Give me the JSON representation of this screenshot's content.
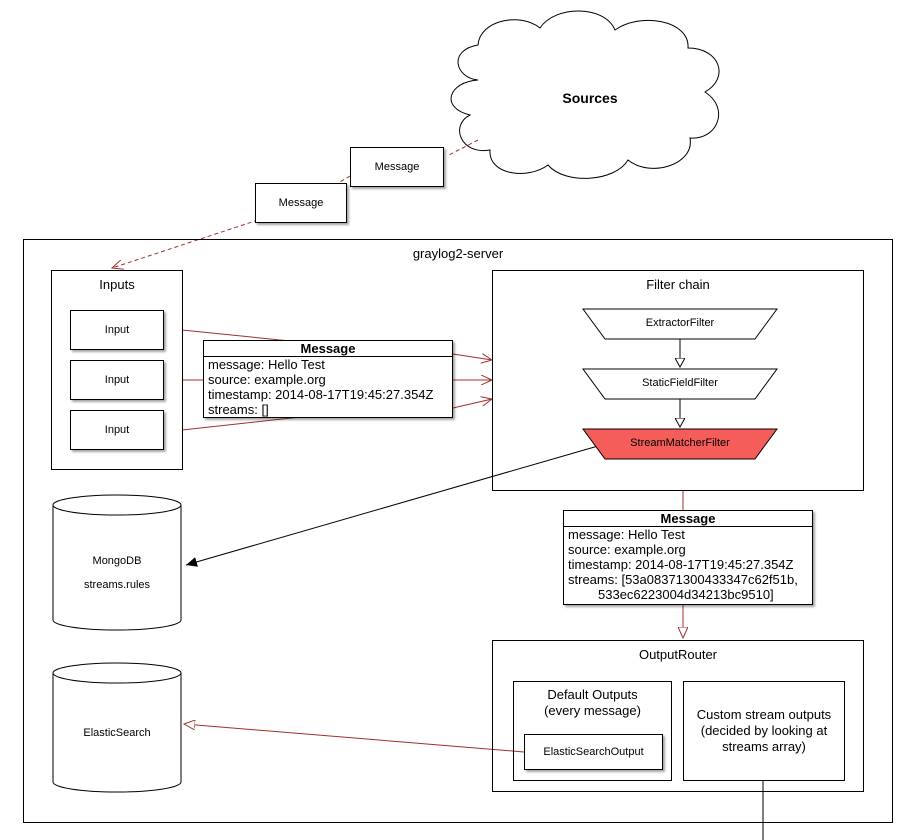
{
  "sources": {
    "label": "Sources"
  },
  "transit_messages": [
    "Message",
    "Message"
  ],
  "server": {
    "label": "graylog2-server"
  },
  "inputs": {
    "title": "Inputs",
    "items": [
      "Input",
      "Input",
      "Input"
    ]
  },
  "message_in": {
    "header": "Message",
    "lines": [
      "message: Hello Test",
      "source: example.org",
      "timestamp: 2014-08-17T19:45:27.354Z",
      "streams: []"
    ]
  },
  "filter_chain": {
    "title": "Filter chain",
    "filters": [
      "ExtractorFilter",
      "StaticFieldFilter",
      "StreamMatcherFilter"
    ],
    "highlight_color": "#f55d5a"
  },
  "mongodb": {
    "name": "MongoDB",
    "detail": "streams.rules"
  },
  "message_out": {
    "header": "Message",
    "lines": [
      "message: Hello Test",
      "source: example.org",
      "timestamp: 2014-08-17T19:45:27.354Z",
      "streams: [53a08371300433347c62f51b,"
    ],
    "continuation": "533ec6223004d34213bc9510]"
  },
  "output_router": {
    "title": "OutputRouter",
    "default_outputs": {
      "title": "Default Outputs",
      "subtitle": "(every message)",
      "item": "ElasticSearchOutput"
    },
    "custom_outputs": {
      "line1": "Custom stream outputs",
      "line2": "(decided by looking at",
      "line3": "streams array)"
    }
  },
  "elasticsearch": {
    "name": "ElasticSearch"
  },
  "colors": {
    "connector_red": "#a0302a",
    "line": "#000000"
  }
}
